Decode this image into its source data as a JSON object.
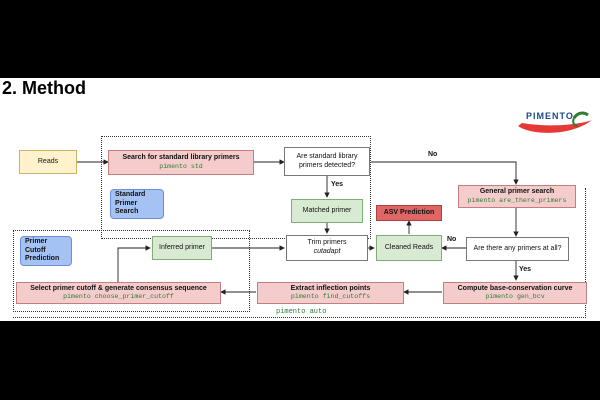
{
  "title": "2. Method",
  "logo": {
    "text": "PIMENTO"
  },
  "regions": {
    "standard": {
      "label_lines": [
        "Standard",
        "Primer",
        "Search"
      ]
    },
    "cutoff": {
      "label_lines": [
        "Primer",
        "Cutoff",
        "Prediction"
      ]
    },
    "auto": {
      "label": "pimento auto"
    }
  },
  "nodes": {
    "reads": {
      "label": "Reads"
    },
    "search_std": {
      "label": "Search for standard library primers",
      "code": "pimento std"
    },
    "detected_q": {
      "label": "Are standard library primers detected?"
    },
    "matched": {
      "label": "Matched primer"
    },
    "general": {
      "label": "General primer search",
      "code": "pimento are_there_primers"
    },
    "asv": {
      "label": "ASV Prediction"
    },
    "any_q": {
      "label": "Are there any primers at all?"
    },
    "cleaned": {
      "label": "Cleaned Reads"
    },
    "trim": {
      "label": "Trim primers",
      "tool": "cutadapt"
    },
    "inferred": {
      "label": "Inferred primer"
    },
    "bcv": {
      "label": "Compute base-conservation curve",
      "code": "pimento gen_bcv"
    },
    "inflection": {
      "label": "Extract inflection points",
      "code": "pimento find_cutoffs"
    },
    "select": {
      "label": "Select primer cutoff & generate consensus sequence",
      "code": "pimento choose_primer_cutoff"
    }
  },
  "edge_labels": {
    "no_top": "No",
    "yes_mid": "Yes",
    "no_mid": "No",
    "yes_bottom": "Yes"
  }
}
